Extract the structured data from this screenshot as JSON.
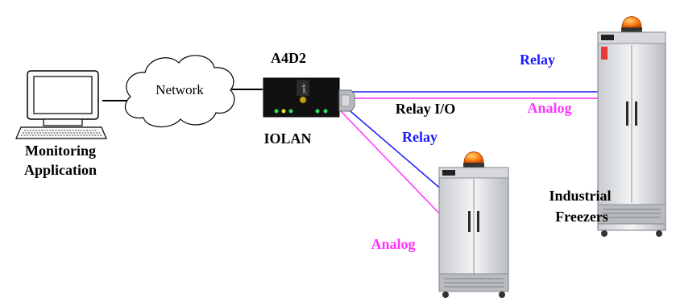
{
  "labels": {
    "monitoring_line1": "Monitoring",
    "monitoring_line2": "Application",
    "network": "Network",
    "device_model": "A4D2",
    "device_name": "IOLAN",
    "device_brand": "perle",
    "relay_io": "Relay I/O",
    "relay_top": "Relay",
    "analog_top": "Analog",
    "relay_mid": "Relay",
    "analog_bottom": "Analog",
    "freezers_line1": "Industrial",
    "freezers_line2": "Freezers"
  },
  "colors": {
    "relay": "#1a1aff",
    "analog": "#ff33ff",
    "text": "#000000",
    "beacon": "#ff6a00"
  },
  "icons": {
    "computer": "computer-icon",
    "cloud": "network-cloud-icon",
    "device": "iolan-device-icon",
    "freezer": "freezer-icon",
    "beacon": "warning-beacon-icon"
  }
}
